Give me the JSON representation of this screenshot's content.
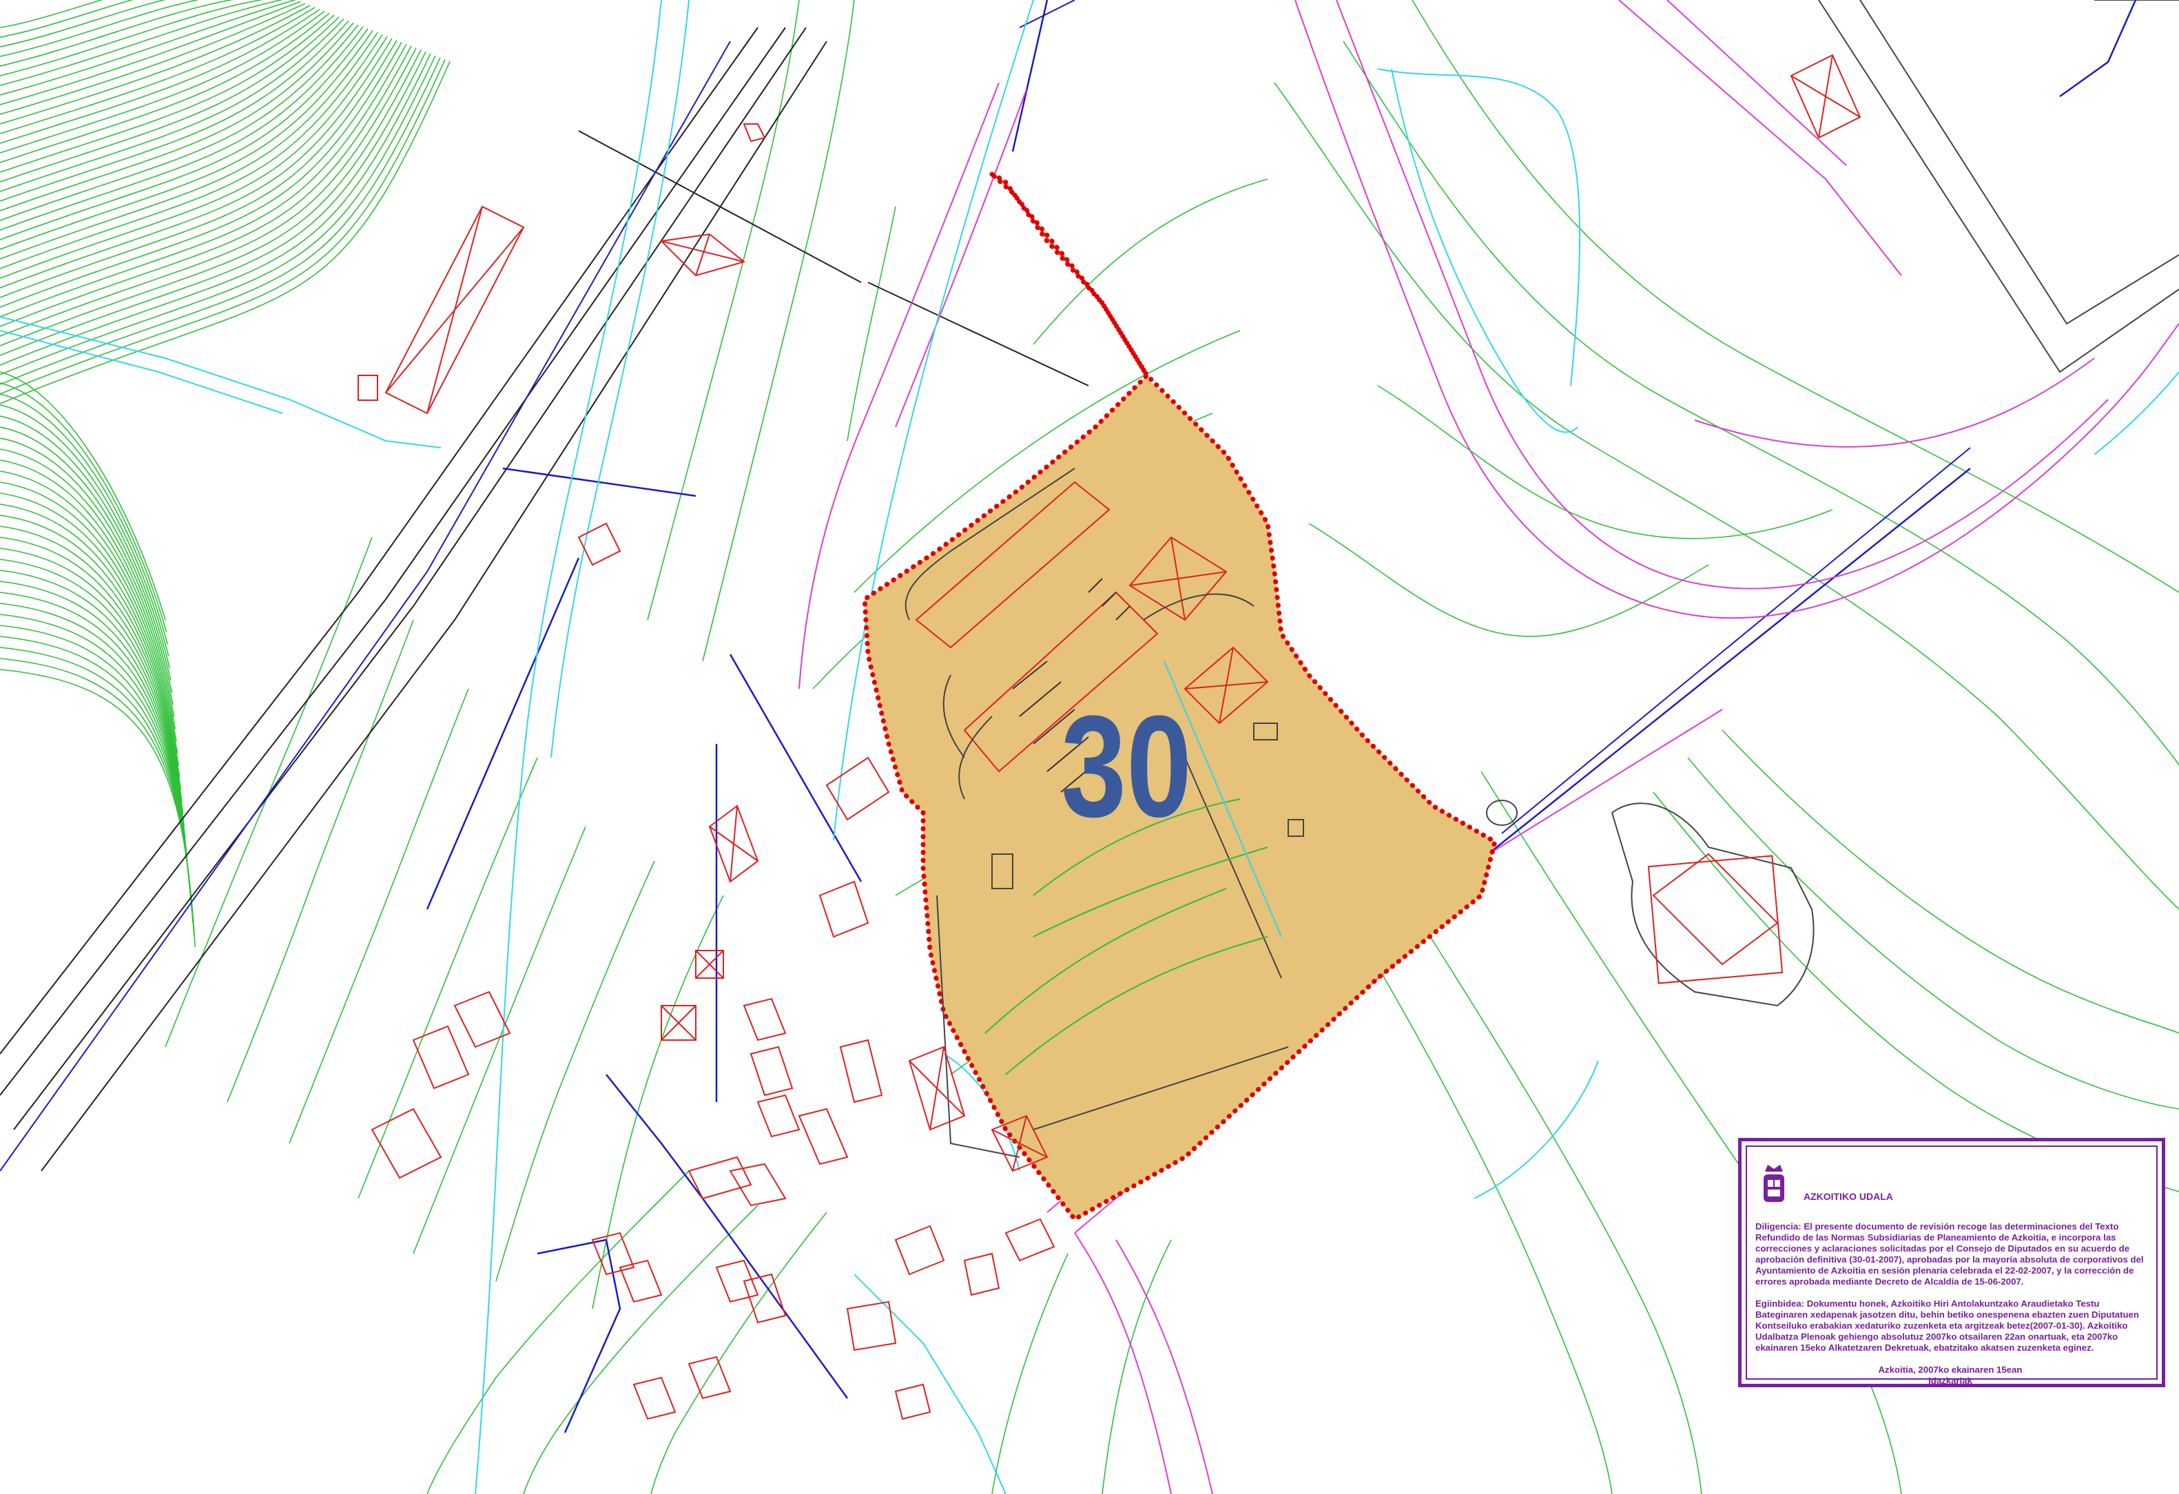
{
  "sector": {
    "number": "30"
  },
  "stamp": {
    "institution": "AZKOITIKO UDALA",
    "text_es": "Diligencia: El presente documento de revisión recoge las determinaciones del Texto Refundido de las Normas Subsidiarias de Planeamiento de Azkoitia, e incorpora las correcciones y aclaraciones solicitadas por el Consejo de Diputados en su acuerdo de aprobación definitiva (30-01-2007), aprobadas por la mayoría absoluta de corporativos del Ayuntamiento de Azkoitia en sesión plenaria celebrada el 22-02-2007, y la corrección de errores aprobada mediante Decreto de Alcaldía de 15-06-2007.",
    "text_eu": "Egiinbidea: Dokumentu honek, Azkoitiko Hiri Antolakuntzako Araudietako Testu Bateginaren xedapenak jasotzen ditu, behin betiko onespenena ebazten zuen Diputatuen Kontseiluko erabakian xedaturiko zuzenketa eta argitzeak betez(2007-01-30). Azkoitiko Udalbatza Plenoak gehiengo absolutuz 2007ko otsailaren 22an onartuak, eta 2007ko ekainaren 15eko Alkatetzaren Dekretuak, ebatzitako akatsen zuzenketa eginez.",
    "place_date": "Azkoitia, 2007ko ekainaren 15ean",
    "signature": "Idazkariak"
  },
  "colors": {
    "sector_fill": "#e6c27a",
    "sector_border": "#e00000",
    "contour": "#2fbf3a",
    "road": "#e03cd0",
    "building": "#e02020",
    "water": "#30d8e8",
    "utility": "#1a1acc",
    "railway": "#222222",
    "stamp": "#7a1fa0",
    "label": "#3a5a9c"
  }
}
